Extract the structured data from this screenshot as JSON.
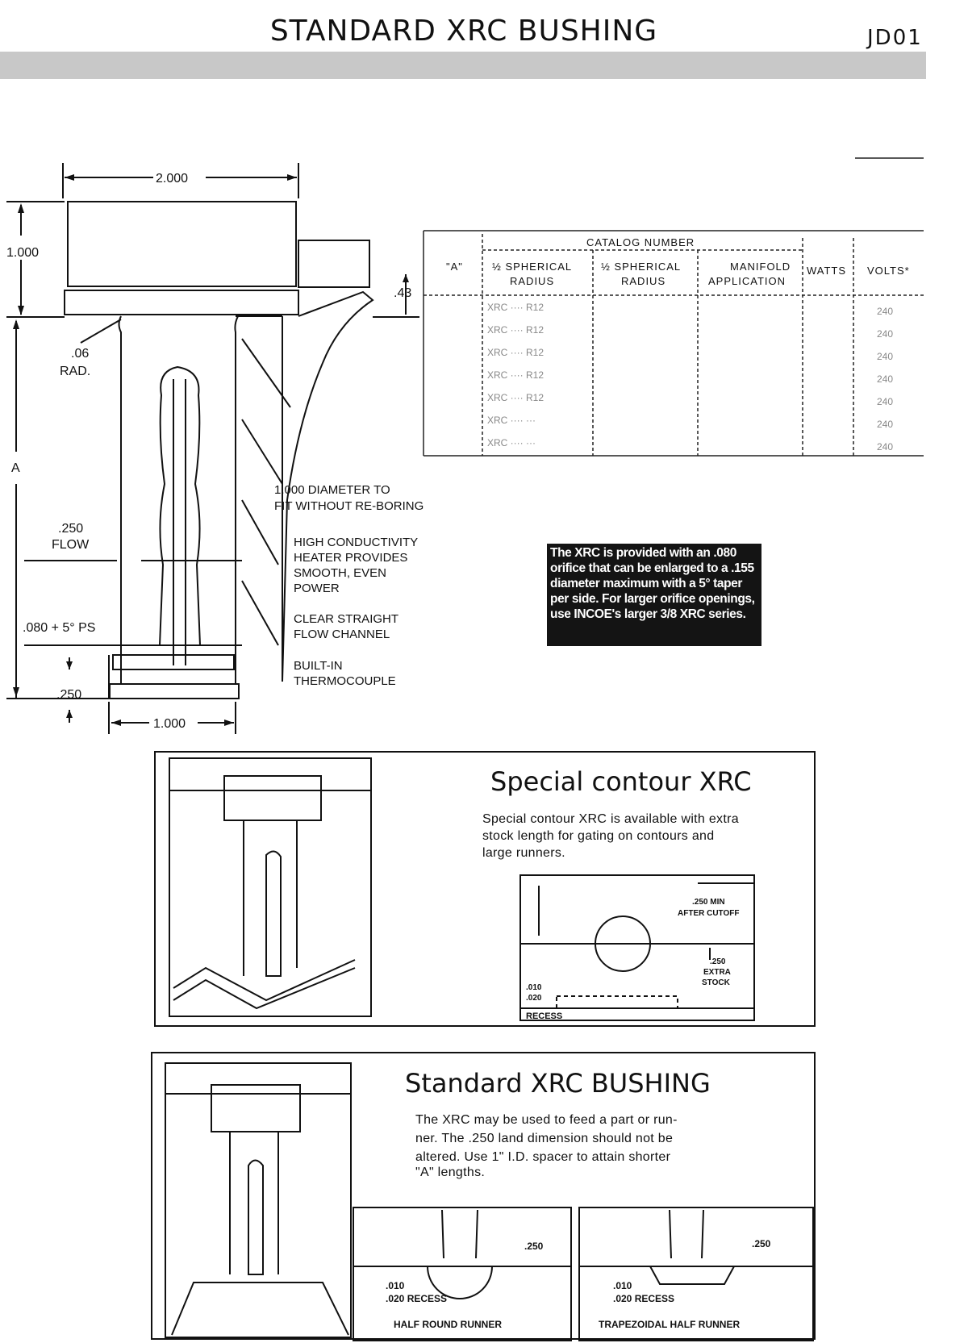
{
  "header": {
    "title": "STANDARD XRC BUSHING",
    "code": "JD01"
  },
  "drawing": {
    "dim_top": "2.000",
    "dim_height": "1.000",
    "dim_43": ".43",
    "rad_1": ".06",
    "rad_2": "RAD.",
    "dim_a": "A",
    "flow_1": ".250",
    "flow_2": "FLOW",
    "orifice": ".080 + 5° PS",
    "land": ".250",
    "dim_bottom": "1.000",
    "callouts": [
      [
        "1.000 DIAMETER TO",
        "FIT WITHOUT RE-BORING"
      ],
      [
        "HIGH CONDUCTIVITY",
        "HEATER PROVIDES",
        "SMOOTH, EVEN",
        "POWER"
      ],
      [
        "CLEAR STRAIGHT",
        "FLOW CHANNEL"
      ],
      [
        "BUILT-IN",
        "THERMOCOUPLE"
      ]
    ]
  },
  "catalog_table": {
    "group_header": "CATALOG NUMBER",
    "columns": [
      "\"A\"",
      "½ SPHERICAL\nRADIUS",
      "½ SPHERICAL\nRADIUS",
      "MANIFOLD\nAPPLICATION",
      "WATTS",
      "VOLTS*"
    ]
  },
  "note": "The XRC is provided with an .080 orifice that can be enlarged to a .155 diameter maximum with a 5° taper per side. For larger orifice openings, use INCOE's larger 3/8 XRC series.",
  "special": {
    "title": "Special contour XRC",
    "text": [
      "Special contour XRC is available with extra",
      "stock length for gating on contours and",
      "large runners."
    ],
    "detail": {
      "min_1": ".250 MIN",
      "min_2": "AFTER CUTOFF",
      "extra_1": ".250",
      "extra_2": "EXTRA",
      "extra_3": "STOCK",
      "recess_1": ".010",
      "recess_2": ".020",
      "recess_3": "RECESS"
    }
  },
  "standard": {
    "title": "Standard XRC BUSHING",
    "text": [
      "The XRC may be used to feed a part or run-",
      "ner. The .250 land dimension should not be",
      "altered. Use 1\" I.D. spacer to attain shorter",
      "\"A\" lengths."
    ],
    "half_round": {
      "dim": ".250",
      "recess_1": ".010",
      "recess_2": ".020 RECESS",
      "label": "HALF ROUND RUNNER"
    },
    "trapezoidal": {
      "dim": ".250",
      "recess_1": ".010",
      "recess_2": ".020 RECESS",
      "label": "TRAPEZOIDAL HALF RUNNER"
    }
  }
}
